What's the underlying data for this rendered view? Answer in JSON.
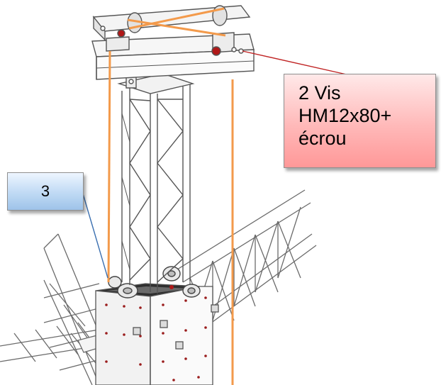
{
  "callouts": {
    "screws": {
      "lines": [
        "2 Vis",
        "HM12x80+",
        "écrou"
      ],
      "background": "#ffb3b3",
      "leader_color": "#c02424"
    },
    "part_number": {
      "text": "3",
      "background": "#c6ddf4",
      "leader_color": "#3a6fb0"
    }
  },
  "drawing": {
    "strap_color": "#f39a4b",
    "bolt_color": "#b01818",
    "line_color": "#555555"
  }
}
